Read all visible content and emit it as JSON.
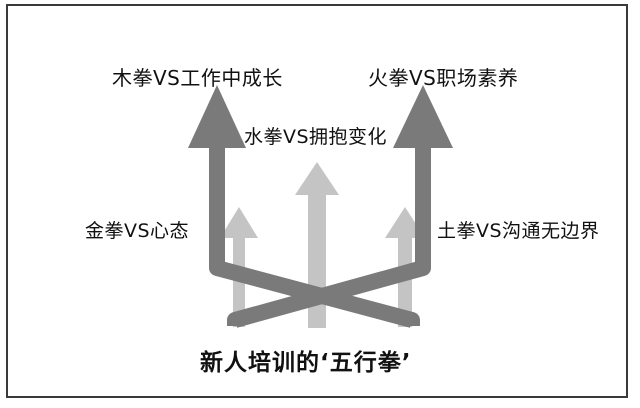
{
  "diagram": {
    "title": "新人培训的‘五行拳’",
    "labels": {
      "wood": "木拳VS工作中成长",
      "fire": "火拳VS职场素养",
      "water": "水拳VS拥抱变化",
      "metal": "金拳VS心态",
      "earth": "土拳VS沟通无边界"
    },
    "colors": {
      "dark_arrow": "#7a7a7a",
      "light_arrow": "#c4c4c4",
      "frame": "#3a3a3a"
    }
  }
}
